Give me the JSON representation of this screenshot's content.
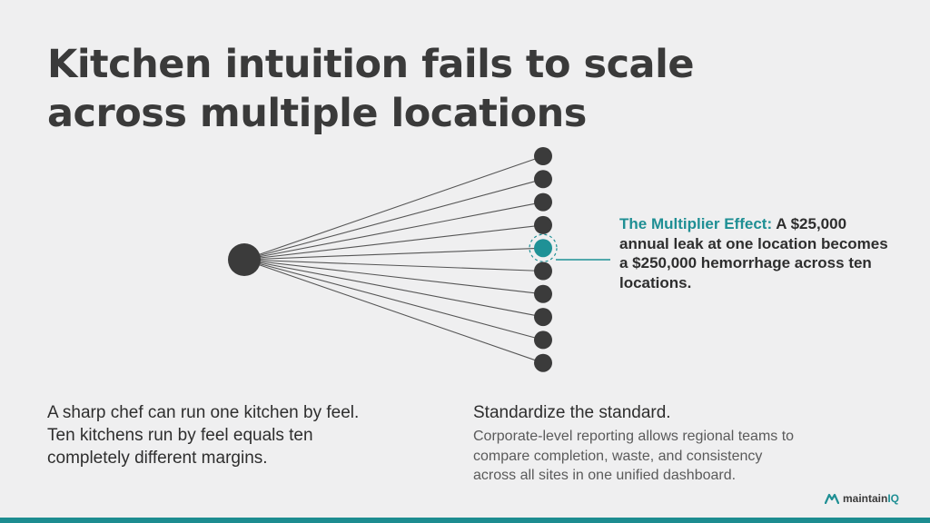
{
  "title": {
    "line1": "Kitchen intuition fails to scale",
    "line2": "across multiple locations"
  },
  "diagram": {
    "node_count": 10,
    "highlighted_node": 4,
    "colors": {
      "node": "#3b3b3b",
      "highlight": "#1f9196",
      "line": "#555555"
    }
  },
  "callout": {
    "label": "The Multiplier Effect:",
    "text": " A $25,000 annual leak at one location becomes a $250,000 hemorrhage across ten locations."
  },
  "left": {
    "line1": "A sharp chef can run one kitchen by feel.",
    "line2": "Ten kitchens run by feel equals ten",
    "line3": "completely different margins."
  },
  "right": {
    "heading": "Standardize the standard.",
    "line1": "Corporate-level reporting allows regional teams to",
    "line2": "compare completion, waste, and consistency",
    "line3": "across all sites in one unified dashboard."
  },
  "brand": {
    "name_part1": "maintain",
    "name_part2": "IQ",
    "icon": "maintainiq-logo-icon"
  }
}
